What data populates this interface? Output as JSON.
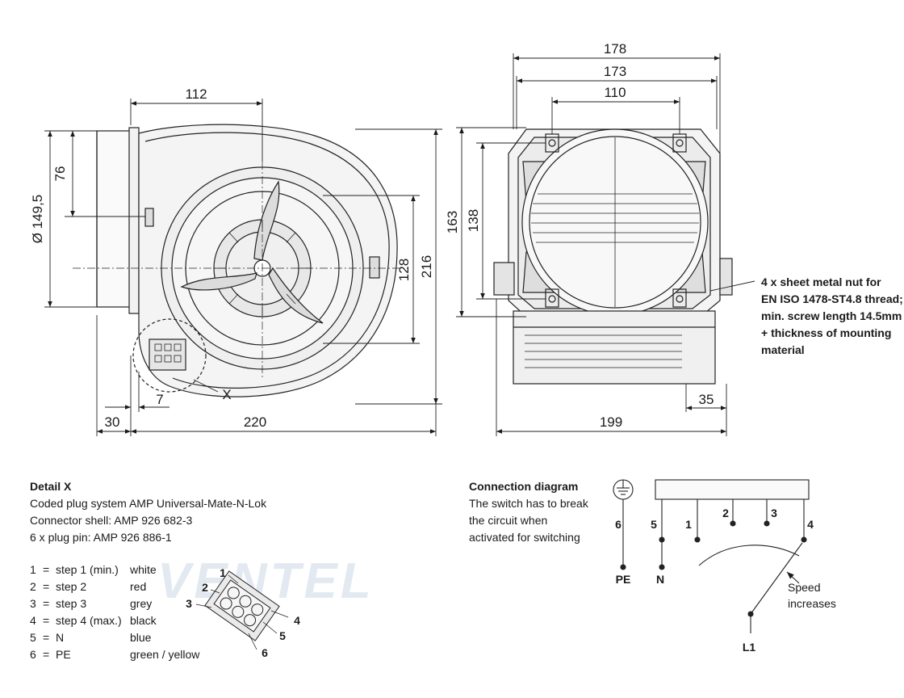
{
  "front_view": {
    "dims": {
      "w112": "112",
      "h76": "76",
      "dia": "Ø 149,5",
      "h128": "128",
      "h216": "216",
      "w7": "7",
      "w30": "30",
      "w220": "220",
      "detail_marker": "X"
    }
  },
  "side_view": {
    "dims": {
      "w178": "178",
      "w173": "173",
      "w110": "110",
      "h163": "163",
      "h138": "138",
      "w35": "35",
      "w199": "199"
    },
    "note_lines": [
      "4 x sheet metal nut for",
      "EN ISO 1478-ST4.8 thread;",
      "min. screw length 14.5mm",
      "+ thickness of mounting",
      "material"
    ]
  },
  "detail": {
    "title": "Detail X",
    "lines": [
      "Coded plug system AMP Universal-Mate-N-Lok",
      "Connector shell: AMP 926 682-3",
      "6 x plug pin: AMP 926 886-1"
    ],
    "pins": [
      {
        "num": "1",
        "eq": "=",
        "desc": "step 1 (min.)",
        "color": "white"
      },
      {
        "num": "2",
        "eq": "=",
        "desc": "step 2",
        "color": "red"
      },
      {
        "num": "3",
        "eq": "=",
        "desc": "step 3",
        "color": "grey"
      },
      {
        "num": "4",
        "eq": "=",
        "desc": "step 4 (max.)",
        "color": "black"
      },
      {
        "num": "5",
        "eq": "=",
        "desc": "N",
        "color": "blue"
      },
      {
        "num": "6",
        "eq": "=",
        "desc": "PE",
        "color": "green / yellow"
      }
    ],
    "callouts": [
      "1",
      "2",
      "3",
      "4",
      "5",
      "6"
    ]
  },
  "connection": {
    "title": "Connection diagram",
    "lines": [
      "The switch has to break",
      "the circuit when",
      "activated for switching"
    ],
    "terminals": {
      "t6": "6",
      "t5": "5",
      "t1": "1",
      "t2": "2",
      "t3": "3",
      "t4": "4"
    },
    "pe_label": "PE",
    "n_label": "N",
    "l1_label": "L1",
    "speed_lines": [
      "Speed",
      "increases"
    ]
  },
  "watermark": "VENTEL"
}
